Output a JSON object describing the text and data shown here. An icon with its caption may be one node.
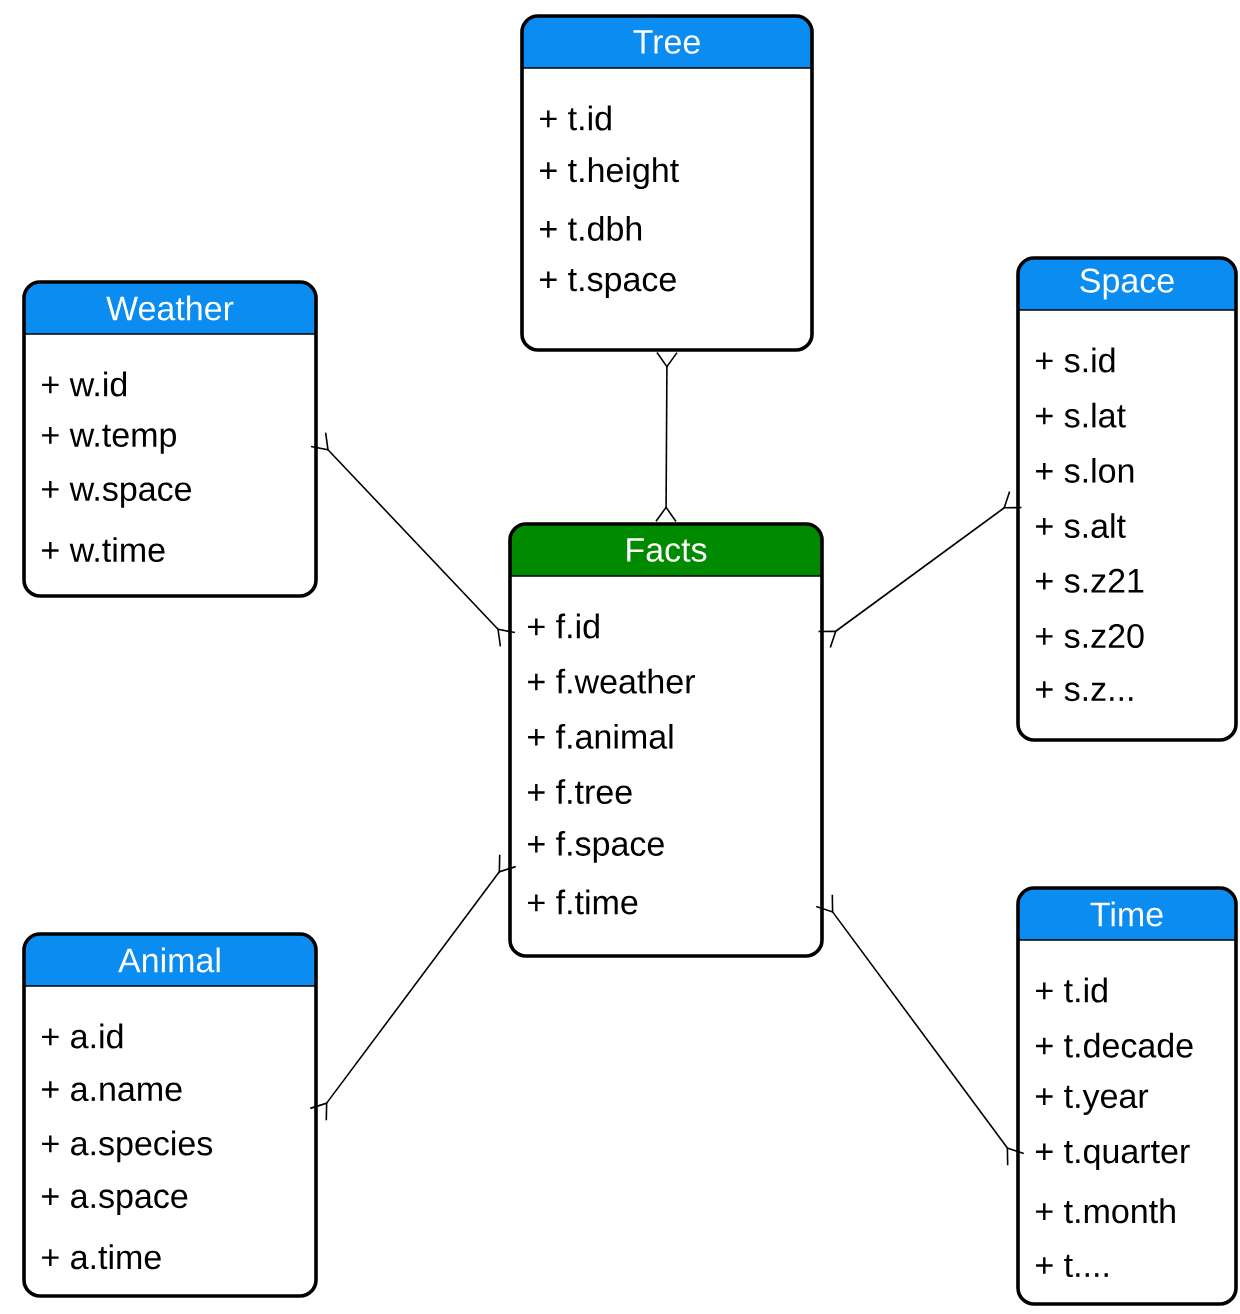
{
  "diagram": {
    "nodes": [
      {
        "text": [
          "Tree",
          "+ t.id",
          "+ t.height",
          "+ t.dbh",
          "+ t.space"
        ]
      },
      {
        "text": [
          "Weather",
          "+ w.id",
          "+ w.temp",
          "+ w.space",
          "+ w.time"
        ]
      },
      {
        "text": [
          "Space",
          "+ s.id",
          "+ s.lat",
          "+ s.lon",
          "+ s.alt",
          "+ s.z21",
          "+ s.z20",
          "+ s.z..."
        ]
      },
      {
        "text": [
          "Facts",
          "+ f.id",
          "+ f.weather",
          "+ f.animal",
          "+ f.tree",
          "+ f.space",
          "+ f.time"
        ]
      },
      {
        "text": [
          "Animal",
          "+ a.id",
          "+ a.name",
          "+ a.species",
          "+ a.space",
          "+ a.time"
        ]
      },
      {
        "text": [
          "Time",
          "+ t.id",
          "+ t.decade",
          "+ t.year",
          "+ t.quarter",
          "+ t.month",
          "+ t...."
        ]
      }
    ],
    "edges": [
      {
        "from": 0,
        "to": 3,
        "arrow": "other"
      },
      {
        "from": 1,
        "to": 3,
        "arrow": "other"
      },
      {
        "from": 2,
        "to": 3,
        "arrow": "other"
      },
      {
        "from": 4,
        "to": 3,
        "arrow": "other"
      },
      {
        "from": 5,
        "to": 3,
        "arrow": "other"
      }
    ]
  }
}
